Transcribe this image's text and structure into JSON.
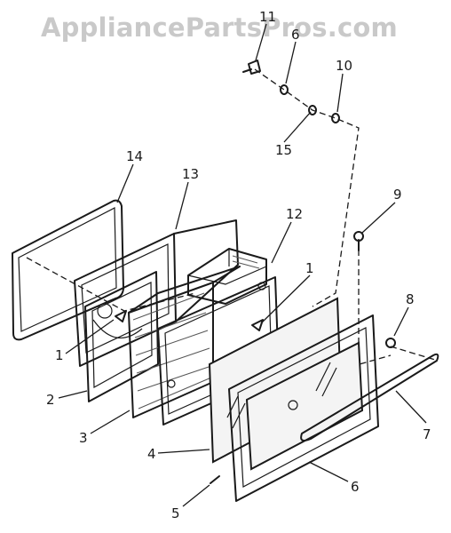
{
  "watermark": {
    "text": "AppliancePartsPros.com",
    "color": "#c9c9c9"
  },
  "callouts": [
    {
      "id": "11",
      "label": "11",
      "part": "screw"
    },
    {
      "id": "6b",
      "label": "6",
      "part": "washer"
    },
    {
      "id": "10",
      "label": "10",
      "part": "washer"
    },
    {
      "id": "15",
      "label": "15",
      "part": "spacer"
    },
    {
      "id": "14",
      "label": "14",
      "part": "inner door gasket"
    },
    {
      "id": "13",
      "label": "13",
      "part": "inner door panel"
    },
    {
      "id": "12",
      "label": "12",
      "part": "door liner"
    },
    {
      "id": "1a",
      "label": "1",
      "part": "clip"
    },
    {
      "id": "1b",
      "label": "1",
      "part": "clip"
    },
    {
      "id": "9",
      "label": "9",
      "part": "screw"
    },
    {
      "id": "8",
      "label": "8",
      "part": "nut"
    },
    {
      "id": "2",
      "label": "2",
      "part": "glass retainer"
    },
    {
      "id": "3",
      "label": "3",
      "part": "insulation"
    },
    {
      "id": "4",
      "label": "4",
      "part": "door glass"
    },
    {
      "id": "7",
      "label": "7",
      "part": "handle"
    },
    {
      "id": "5",
      "label": "5",
      "part": "pin"
    },
    {
      "id": "6",
      "label": "6",
      "part": "outer door frame"
    }
  ]
}
